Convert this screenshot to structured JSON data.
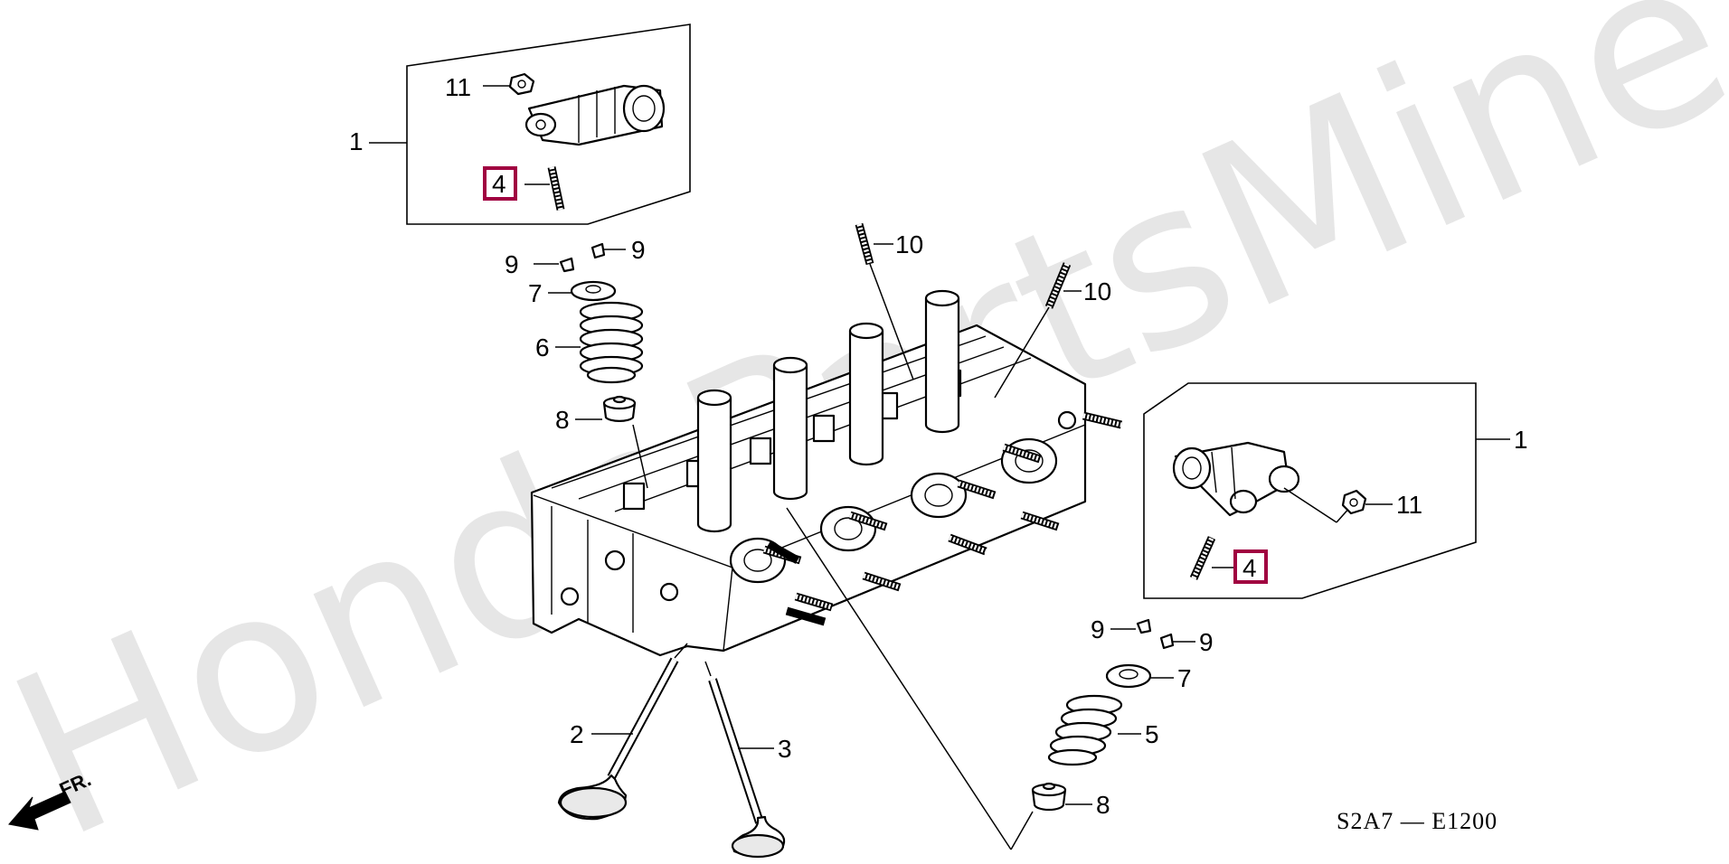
{
  "watermark": "HondaPartsMine.ru",
  "diagram_code": "S2A7 — E1200",
  "direction_label": "FR.",
  "colors": {
    "highlight": "#a00040",
    "watermark": "#e6e6e6"
  },
  "callouts": {
    "c1_top": "1",
    "c1_right": "1",
    "c2": "2",
    "c3": "3",
    "c4_top": "4",
    "c4_right": "4",
    "c5": "5",
    "c6": "6",
    "c7_top": "7",
    "c7_bottom": "7",
    "c8_top": "8",
    "c8_bottom": "8",
    "c9_top_left": "9",
    "c9_top_right": "9",
    "c9_bottom_left": "9",
    "c9_bottom_right": "9",
    "c10_left": "10",
    "c10_right": "10",
    "c11_top": "11",
    "c11_right": "11"
  }
}
